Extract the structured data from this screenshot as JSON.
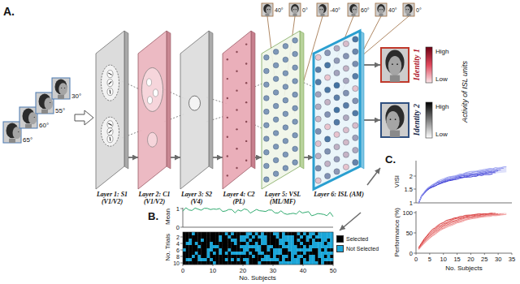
{
  "diagram": {
    "nodes": [
      {
        "text": [
          "Layer 1: S1 (V1/V2)"
        ]
      },
      {
        "text": [
          "Layer 2: C1 (V1/V2)"
        ]
      },
      {
        "text": [
          "Layer 3: S2 (V4)"
        ]
      },
      {
        "text": [
          "Layer 4: C2 (PL)"
        ]
      },
      {
        "text": [
          "Layer 5: VSL (ML/MF)"
        ]
      },
      {
        "text": [
          "Layer 6: ISL (AM)"
        ]
      },
      {
        "text": [
          "Identity 1"
        ]
      },
      {
        "text": [
          "Identity 2"
        ]
      }
    ],
    "edges": [
      {
        "from": 0,
        "to": 1,
        "arrow": "to"
      },
      {
        "from": 1,
        "to": 2,
        "arrow": "to"
      },
      {
        "from": 2,
        "to": 3,
        "arrow": "to"
      },
      {
        "from": 3,
        "to": 4,
        "arrow": "to"
      },
      {
        "from": 4,
        "to": 5,
        "arrow": "to"
      },
      {
        "from": 5,
        "to": 6,
        "arrow": "to"
      },
      {
        "from": 5,
        "to": 7,
        "arrow": "to"
      }
    ],
    "labels": [
      "A.",
      "65°",
      "60°",
      "55°",
      "30°",
      "40°",
      "0°",
      "-40°",
      "60°",
      "40°",
      "0°",
      "High",
      "Low",
      "High",
      "Low",
      "Activity of ISL units",
      "B.",
      "Mean",
      "1",
      "0",
      "No. Trials",
      "2",
      "4",
      "6",
      "8",
      "10",
      "0",
      "10",
      "20",
      "30",
      "40",
      "50",
      "No. Subjects",
      "C.",
      "VISI",
      "1",
      "1.5",
      "2",
      "Performance (%)",
      "0",
      "50",
      "100",
      "0",
      "5",
      "10",
      "15",
      "20",
      "25",
      "30",
      "35",
      "No. Subjects"
    ],
    "legend": [
      {
        "text": "Selected",
        "color": "#000000"
      },
      {
        "text": "Not Selected",
        "color": "#1aa6d9"
      }
    ]
  }
}
